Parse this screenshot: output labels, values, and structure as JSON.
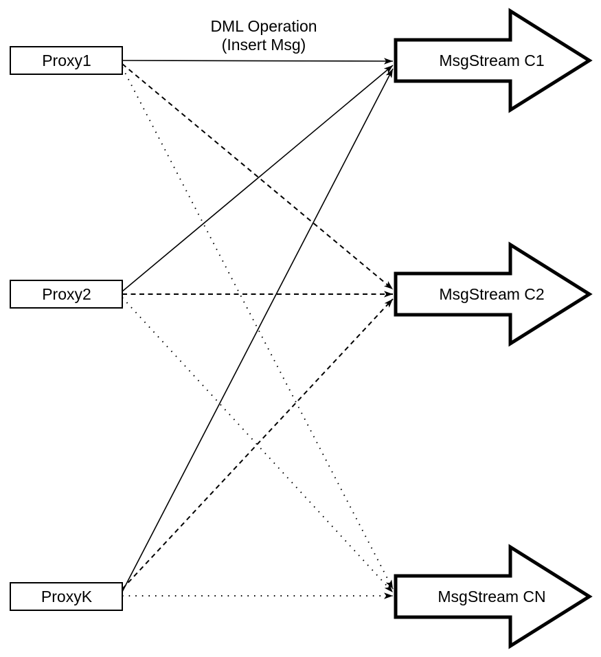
{
  "diagram": {
    "annotation": {
      "line1": "DML Operation",
      "line2": "(Insert Msg)"
    },
    "proxies": [
      {
        "label": "Proxy1"
      },
      {
        "label": "Proxy2"
      },
      {
        "label": "ProxyK"
      }
    ],
    "streams": [
      {
        "label": "MsgStream C1"
      },
      {
        "label": "MsgStream C2"
      },
      {
        "label": "MsgStream CN"
      }
    ],
    "connections": [
      {
        "from": "Proxy1",
        "to": "MsgStream C1",
        "style": "solid",
        "arrowhead": "filled-triangle"
      },
      {
        "from": "Proxy2",
        "to": "MsgStream C1",
        "style": "solid",
        "arrowhead": "filled-triangle"
      },
      {
        "from": "ProxyK",
        "to": "MsgStream C1",
        "style": "solid",
        "arrowhead": "filled-triangle"
      },
      {
        "from": "Proxy1",
        "to": "MsgStream C2",
        "style": "dashed",
        "arrowhead": "filled-triangle"
      },
      {
        "from": "Proxy2",
        "to": "MsgStream C2",
        "style": "dashed",
        "arrowhead": "filled-triangle"
      },
      {
        "from": "ProxyK",
        "to": "MsgStream C2",
        "style": "dashed",
        "arrowhead": "filled-triangle"
      },
      {
        "from": "Proxy1",
        "to": "MsgStream CN",
        "style": "dotted",
        "arrowhead": "filled-triangle"
      },
      {
        "from": "Proxy2",
        "to": "MsgStream CN",
        "style": "dotted",
        "arrowhead": "filled-triangle"
      },
      {
        "from": "ProxyK",
        "to": "MsgStream CN",
        "style": "dotted",
        "arrowhead": "filled-triangle"
      }
    ],
    "colors": {
      "stroke": "#000000",
      "fill": "#ffffff",
      "background": "#ffffff"
    }
  }
}
